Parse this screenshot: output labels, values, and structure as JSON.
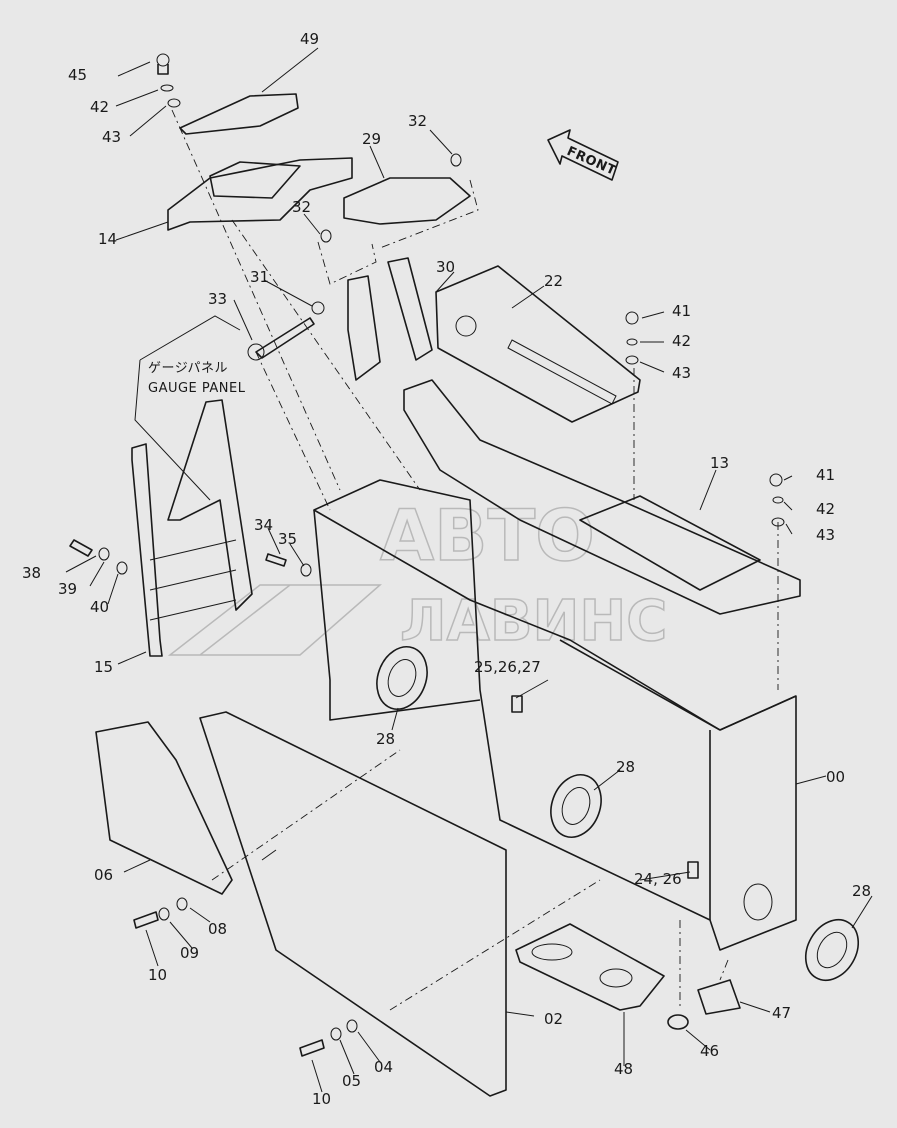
{
  "diagram": {
    "front_arrow_text": "FRONT",
    "gauge_panel_jp": "ゲージパネル",
    "gauge_panel_en": "GAUGE PANEL",
    "watermark_top": "АВТО",
    "watermark_bottom": "ЛАВИНС",
    "labels": {
      "l49": "49",
      "l45": "45",
      "l42a": "42",
      "l43a": "43",
      "l29": "29",
      "l32a": "32",
      "l32b": "32",
      "l14": "14",
      "l31": "31",
      "l30": "30",
      "l22": "22",
      "l33": "33",
      "l41a": "41",
      "l42b": "42",
      "l43b": "43",
      "l13": "13",
      "l41b": "41",
      "l42c": "42",
      "l43c": "43",
      "l34": "34",
      "l35": "35",
      "l38": "38",
      "l39": "39",
      "l40": "40",
      "l15": "15",
      "l25": "25,26,27",
      "l28a": "28",
      "l28b": "28",
      "l28c": "28",
      "l00": "00",
      "l06": "06",
      "l24": "24, 26",
      "l08": "08",
      "l09": "09",
      "l10a": "10",
      "l02": "02",
      "l04": "04",
      "l05": "05",
      "l10b": "10",
      "l48": "48",
      "l46": "46",
      "l47": "47"
    }
  }
}
